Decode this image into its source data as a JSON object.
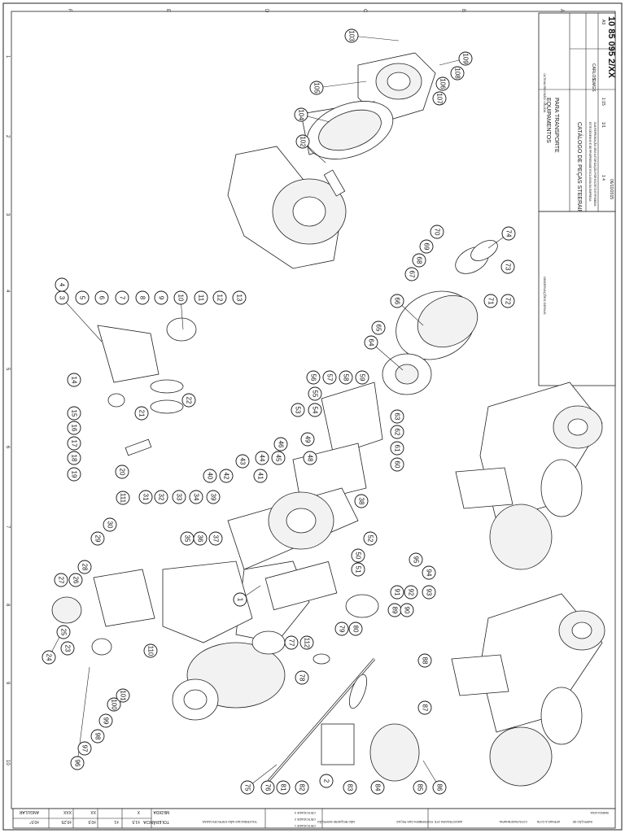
{
  "title_block": {
    "company_line1": "EQUIPAMENTOS",
    "company_line2": "PARA TRANSPORTE",
    "drawing_title": "CATÁLOGO DE PEÇAS STEERAIR",
    "drawing_number": "10 85 095 2/XX",
    "revision_label": "ÚLTIMA REVISÃO VÁLIDA",
    "format": "A3",
    "scale": "1:15",
    "sheet": "1/1",
    "designer": "CARLOS",
    "date": "06/10/2015",
    "code": "1 4",
    "mass": "11MGS",
    "notes_label": "OBSERVAÇÕES GERAIS",
    "legal_notice_1": "ESTE DESENHO É DE PROPRIEDADE EXCLUSIVA DA EMPRESA",
    "legal_notice_2": "SUA REPRODUÇÃO SEM AUTORIZAÇÃO POR ESCRITO É PROIBIDA"
  },
  "tolerance_table": {
    "header": "TOLERÂNCIA",
    "col_measure": "MEDIDA",
    "col_x": "X",
    "col_xx": "XX",
    "col_xxx": "XXX",
    "col_angle": "ANGULAR",
    "tol_x": "±1,5",
    "tol_xx": "±1",
    "tol_xxx": "±0,5",
    "tol_xxxx": "±0,25",
    "tol_angle": "±0,5°",
    "unspecified_label": "TOLERÂNCIAS NÃO ESPECIFICADAS",
    "legend_1": "CRITICIDADE 1",
    "legend_2": "CRITICIDADE 2",
    "legend_3": "CRITICIDADE 3",
    "legend_desc": "NÃO REQUERE INSPEÇÃO",
    "legend_full": "100% DAS PEÇAS",
    "legend_sample": "AMOSTRAGEM CFE. ROTEIRO",
    "legend_quota": "COTA ENGENHARIA",
    "legend_only": "APENAS A COTA",
    "legend_insp": "INSPEÇÃO DE",
    "legend_symbol": "SIMBOLOGIA"
  },
  "grid": {
    "cols_top": [
      "F",
      "E",
      "D",
      "C",
      "B",
      "A"
    ],
    "rows": [
      "1",
      "2",
      "3",
      "4",
      "5",
      "6",
      "7",
      "8",
      "9",
      "10"
    ]
  },
  "callouts": [
    "1",
    "2",
    "3",
    "4",
    "5",
    "6",
    "7",
    "8",
    "9",
    "10",
    "11",
    "12",
    "13",
    "14",
    "15",
    "16",
    "17",
    "18",
    "19",
    "20",
    "21",
    "22",
    "23",
    "24",
    "25",
    "26",
    "27",
    "28",
    "29",
    "30",
    "31",
    "32",
    "33",
    "34",
    "35",
    "36",
    "37",
    "38",
    "39",
    "40",
    "41",
    "42",
    "43",
    "44",
    "45",
    "46",
    "48",
    "49",
    "50",
    "51",
    "52",
    "53",
    "54",
    "55",
    "56",
    "57",
    "58",
    "59",
    "60",
    "61",
    "62",
    "63",
    "64",
    "65",
    "66",
    "67",
    "68",
    "69",
    "70",
    "71",
    "72",
    "73",
    "74",
    "75",
    "76",
    "77",
    "78",
    "79",
    "80",
    "81",
    "82",
    "83",
    "84",
    "85",
    "86",
    "87",
    "88",
    "89",
    "90",
    "91",
    "92",
    "93",
    "94",
    "95",
    "96",
    "97",
    "98",
    "99",
    "100",
    "101",
    "102",
    "103",
    "104",
    "105",
    "106",
    "107",
    "108",
    "109",
    "110",
    "111",
    "112"
  ]
}
